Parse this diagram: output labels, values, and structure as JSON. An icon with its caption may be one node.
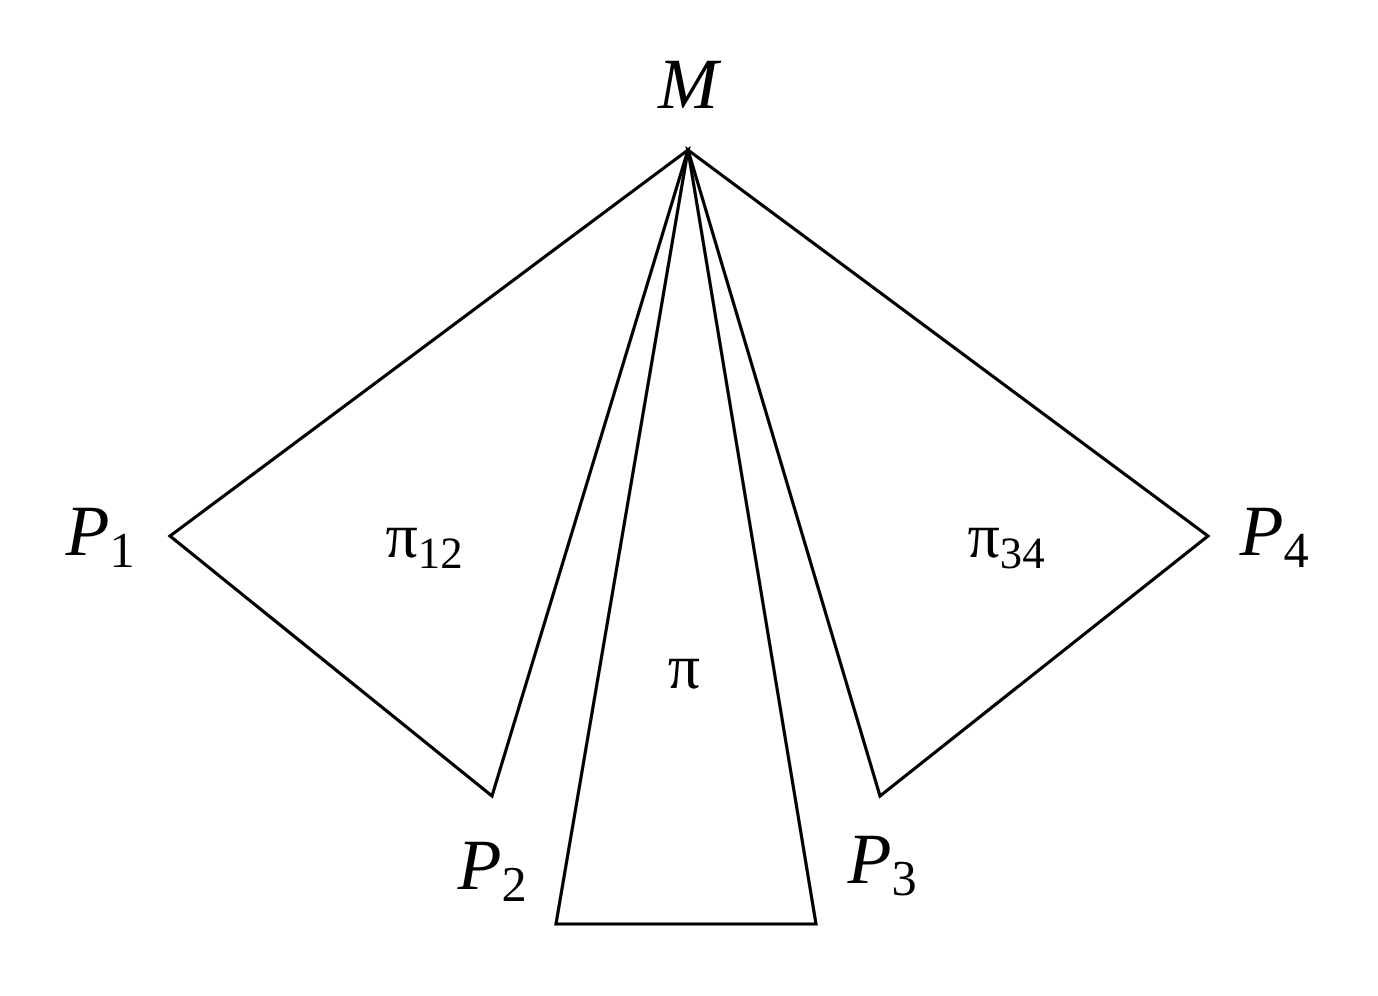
{
  "diagram": {
    "nodes": [
      {
        "text": [
          "π$_{12}$"
        ]
      },
      {
        "text": [
          "π$_{34}$"
        ]
      },
      {
        "text": [
          "π"
        ]
      }
    ],
    "labels": [
      "*M*",
      "*P*$_{1}$",
      "*P*$_{4}$",
      "*P*$_{2}$",
      "*P*$_{3}$"
    ]
  }
}
